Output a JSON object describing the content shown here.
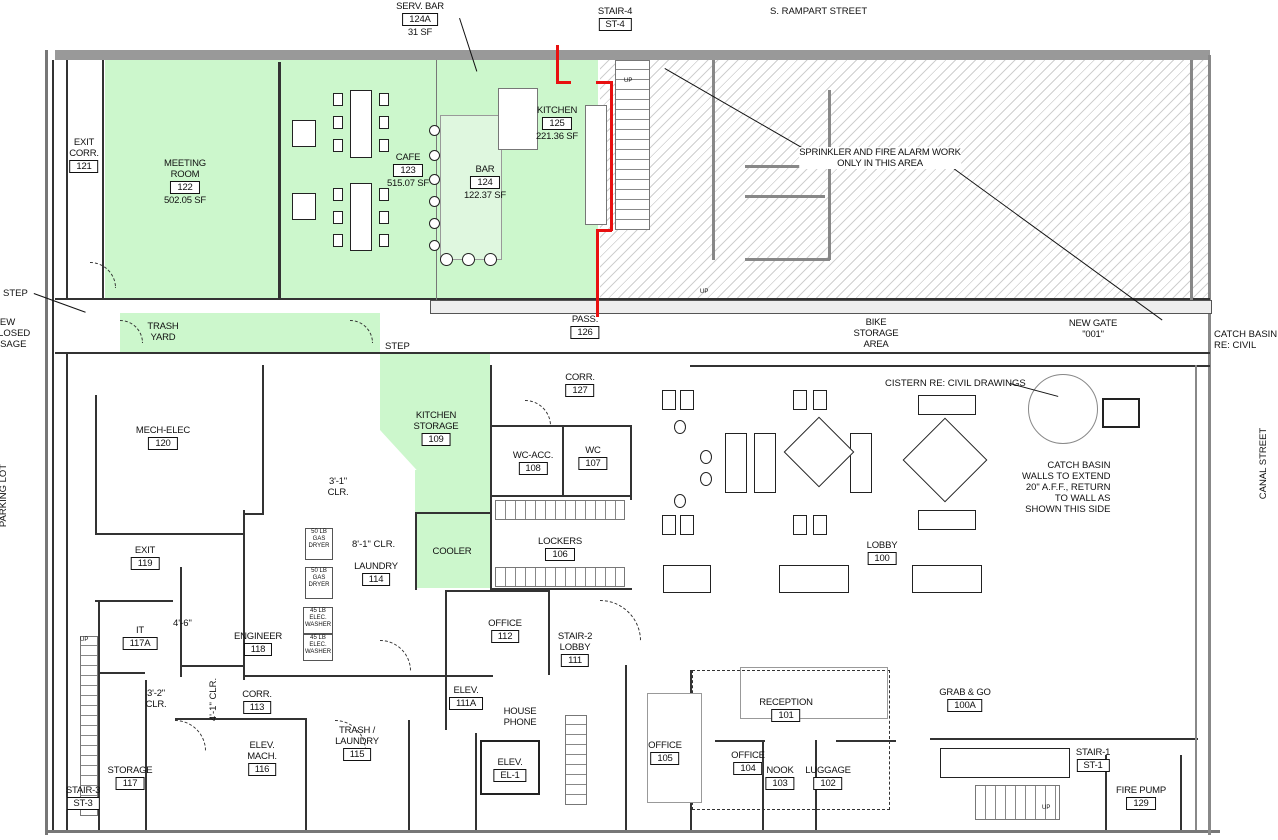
{
  "streets": {
    "north": "S. RAMPART STREET",
    "east": "CANAL STREET",
    "west": "PARKING LOT"
  },
  "rooms": {
    "serv_bar": {
      "name": "SERV. BAR",
      "number": "124A",
      "area": "31 SF"
    },
    "stair4": {
      "name": "STAIR-4",
      "number": "ST-4"
    },
    "exit_corr": {
      "name": "EXIT\nCORR.",
      "number": "121"
    },
    "meeting_room": {
      "name": "MEETING\nROOM",
      "number": "122",
      "area": "502.05 SF"
    },
    "cafe": {
      "name": "CAFE",
      "number": "123",
      "area": "515.07 SF"
    },
    "bar": {
      "name": "BAR",
      "number": "124",
      "area": "122.37 SF"
    },
    "kitchen": {
      "name": "KITCHEN",
      "number": "125",
      "area": "221.36 SF"
    },
    "trash_yard": {
      "name": "TRASH\nYARD"
    },
    "pass": {
      "name": "PASS.",
      "number": "126"
    },
    "bike_storage": {
      "name": "BIKE\nSTORAGE\nAREA"
    },
    "corr127": {
      "name": "CORR.",
      "number": "127"
    },
    "mech_elec": {
      "name": "MECH-ELEC",
      "number": "120"
    },
    "kitchen_storage": {
      "name": "KITCHEN\nSTORAGE",
      "number": "109"
    },
    "wc_acc": {
      "name": "WC-ACC.",
      "number": "108"
    },
    "wc": {
      "name": "WC",
      "number": "107"
    },
    "lobby": {
      "name": "LOBBY",
      "number": "100"
    },
    "lockers": {
      "name": "LOCKERS",
      "number": "106"
    },
    "cooler": {
      "name": "COOLER"
    },
    "exit": {
      "name": "EXIT",
      "number": "119"
    },
    "laundry": {
      "name": "LAUNDRY",
      "number": "114"
    },
    "office112": {
      "name": "OFFICE",
      "number": "112"
    },
    "stair2_lobby": {
      "name": "STAIR-2\nLOBBY",
      "number": "111"
    },
    "it": {
      "name": "IT",
      "number": "117A"
    },
    "engineer": {
      "name": "ENGINEER",
      "number": "118"
    },
    "reception": {
      "name": "RECEPTION",
      "number": "101"
    },
    "grab_go": {
      "name": "GRAB & GO",
      "number": "100A"
    },
    "elev111a": {
      "name": "ELEV.",
      "number": "111A"
    },
    "corr113": {
      "name": "CORR.",
      "number": "113"
    },
    "trash_laundry": {
      "name": "TRASH /\nLAUNDRY",
      "number": "115"
    },
    "elev_mach": {
      "name": "ELEV.\nMACH.",
      "number": "116"
    },
    "elev_el1": {
      "name": "ELEV.",
      "number": "EL-1"
    },
    "office105": {
      "name": "OFFICE",
      "number": "105"
    },
    "office104": {
      "name": "OFFICE",
      "number": "104"
    },
    "nook": {
      "name": "NOOK",
      "number": "103"
    },
    "luggage": {
      "name": "LUGGAGE",
      "number": "102"
    },
    "stair1": {
      "name": "STAIR-1",
      "number": "ST-1"
    },
    "fire_pump": {
      "name": "FIRE PUMP",
      "number": "129"
    },
    "storage": {
      "name": "STORAGE",
      "number": "117"
    },
    "stair3": {
      "name": "STAIR-3",
      "number": "ST-3"
    }
  },
  "notes": {
    "sprinkler": "SPRINKLER AND FIRE ALARM WORK\nONLY IN THIS AREA",
    "step1": "STEP",
    "step2": "STEP",
    "new_passage": "NEW\nENCLOSED\nPASSAGE",
    "new_gate": "NEW GATE\n\"001\"",
    "catch_basin_civil": "CATCH BASIN\nRE: CIVIL",
    "cistern": "CISTERN RE: CIVIL DRAWINGS",
    "catch_basin_walls": "CATCH BASIN\nWALLS TO EXTEND\n20\" A.F.F., RETURN\nTO WALL AS\nSHOWN THIS SIDE",
    "house_phone": "HOUSE\nPHONE",
    "up": "UP"
  },
  "dimensions": {
    "d1": "3'-1\"\nCLR.",
    "d2": "8'-1\" CLR.",
    "d3": "4'-6\"",
    "d4": "3'-2\"\nCLR.",
    "d5": "4'-1\" CLR."
  },
  "equipment": {
    "dryer1": "50 LB\nGAS\nDRYER",
    "dryer2": "50 LB\nGAS\nDRYER",
    "washer1": "45 LB\nELEC.\nWASHER",
    "washer2": "45 LB\nELEC.\nWASHER"
  },
  "colors": {
    "renovated_area": "#ccf7cc",
    "fire_rated_wall": "#e81010",
    "walls": "#333333"
  }
}
